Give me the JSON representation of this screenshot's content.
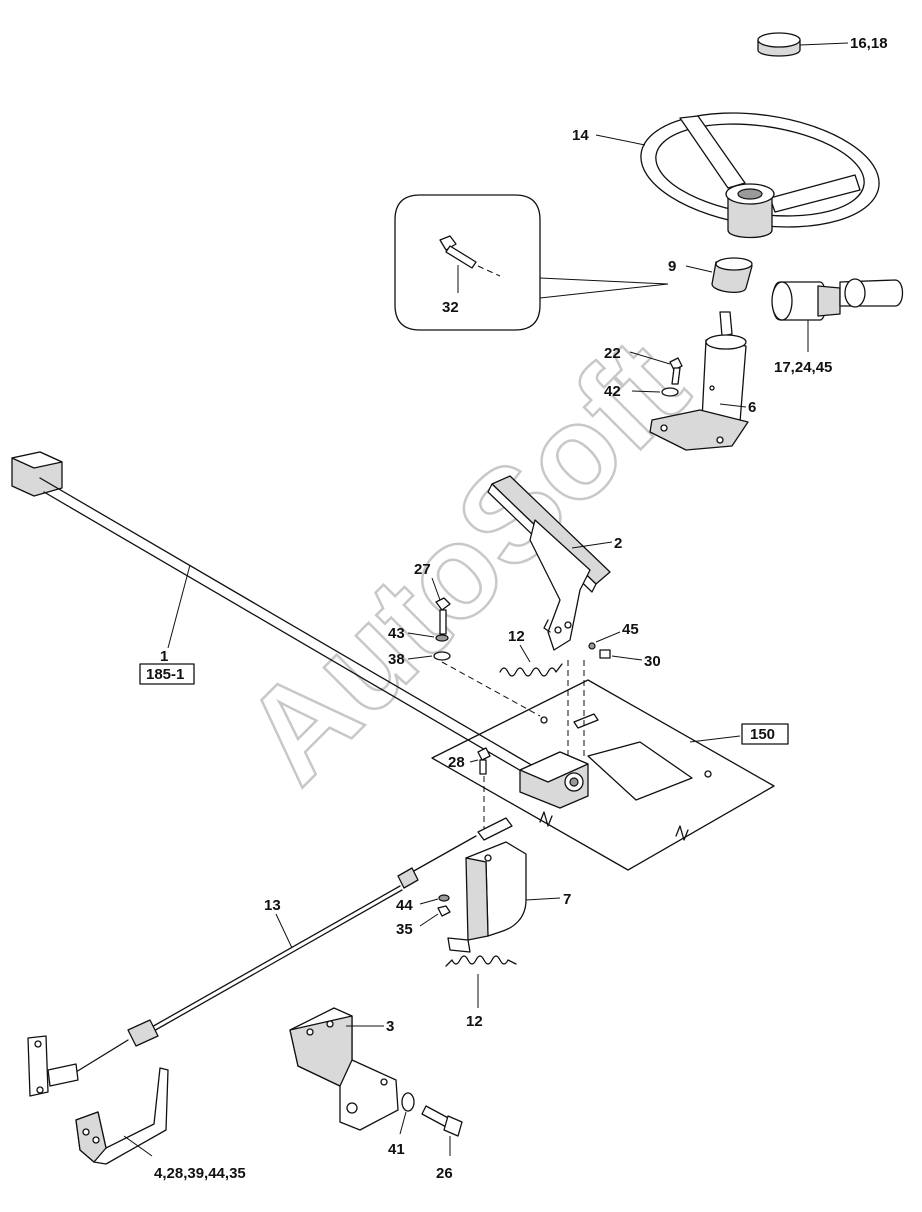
{
  "watermark": "AutoSoft",
  "labels": {
    "p16_18": "16,18",
    "p14": "14",
    "p9": "9",
    "p32": "32",
    "p17_24_45": "17,24,45",
    "p22": "22",
    "p42": "42",
    "p6": "6",
    "p2": "2",
    "p27": "27",
    "p43": "43",
    "p38": "38",
    "p12a": "12",
    "p45": "45",
    "p30": "30",
    "p1": "1",
    "p185_1": "185-1",
    "p150": "150",
    "p28": "28",
    "p13": "13",
    "p7": "7",
    "p44": "44",
    "p35": "35",
    "p12b": "12",
    "p3": "3",
    "p41": "41",
    "p26": "26",
    "p4_group": "4,28,39,44,35"
  }
}
